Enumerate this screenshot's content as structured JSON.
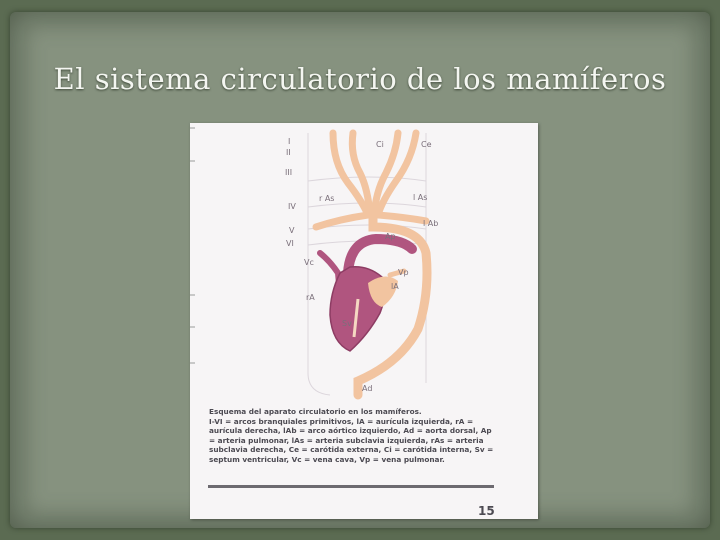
{
  "slide": {
    "title": "El sistema circulatorio de los mamíferos"
  },
  "figure": {
    "labels": {
      "I": "I",
      "II": "II",
      "III": "III",
      "IV": "IV",
      "V": "V",
      "VI": "VI",
      "Ci": "Ci",
      "Ce": "Ce",
      "rAs": "r As",
      "lAs": "l As",
      "lAb": "l Ab",
      "Ap": "Ap",
      "Vc": "Vc",
      "Vp": "Vp",
      "rA": "rA",
      "lA": "lA",
      "Sv": "Sv",
      "Ad": "Ad"
    },
    "caption_title": "Esquema del aparato circulatorio en los mamíferos.",
    "caption_body": "I-VI = arcos branquiales primitivos, lA = aurícula izquierda, rA = aurícula derecha, lAb = arco aórtico izquierdo, Ad = aorta dorsal, Ap = arteria pulmonar, lAs = arteria subclavia izquierda, rAs = arteria subclavia derecha, Ce = carótida externa, Ci = carótida interna, Sv = septum ventricular, Vc = vena cava, Vp = vena pulmonar.",
    "page_number": "15",
    "colors": {
      "artery": "#f2c4a0",
      "heart": "#b0557f",
      "heart_dark": "#8d3c63",
      "outline": "#d9d2da"
    }
  }
}
